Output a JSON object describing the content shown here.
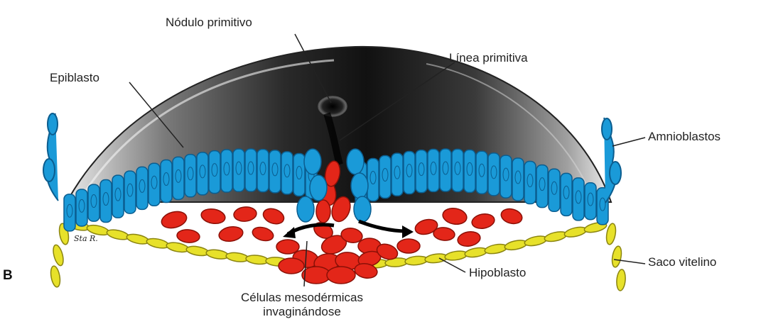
{
  "panel_letter": "B",
  "signature": "Sta R.",
  "labels": {
    "primitive_node": "Nódulo primitivo",
    "primitive_streak": "Línea primitiva",
    "epiblast": "Epiblasto",
    "amnioblasts": "Amnioblastos",
    "yolk_sac": "Saco vitelino",
    "hypoblast": "Hipoblasto",
    "mesoderm_line1": "Células mesodérmicas",
    "mesoderm_line2": "invaginándose"
  },
  "colors": {
    "epiblast": "#1a9ad8",
    "epiblast_outline": "#0b5d8f",
    "mesoderm": "#e32619",
    "mesoderm_outline": "#8b1007",
    "hypoblast": "#e7e12a",
    "hypoblast_outline": "#8a8410",
    "amnion_dark": "#1b1b1b",
    "amnion_light": "#d8d8d8"
  }
}
